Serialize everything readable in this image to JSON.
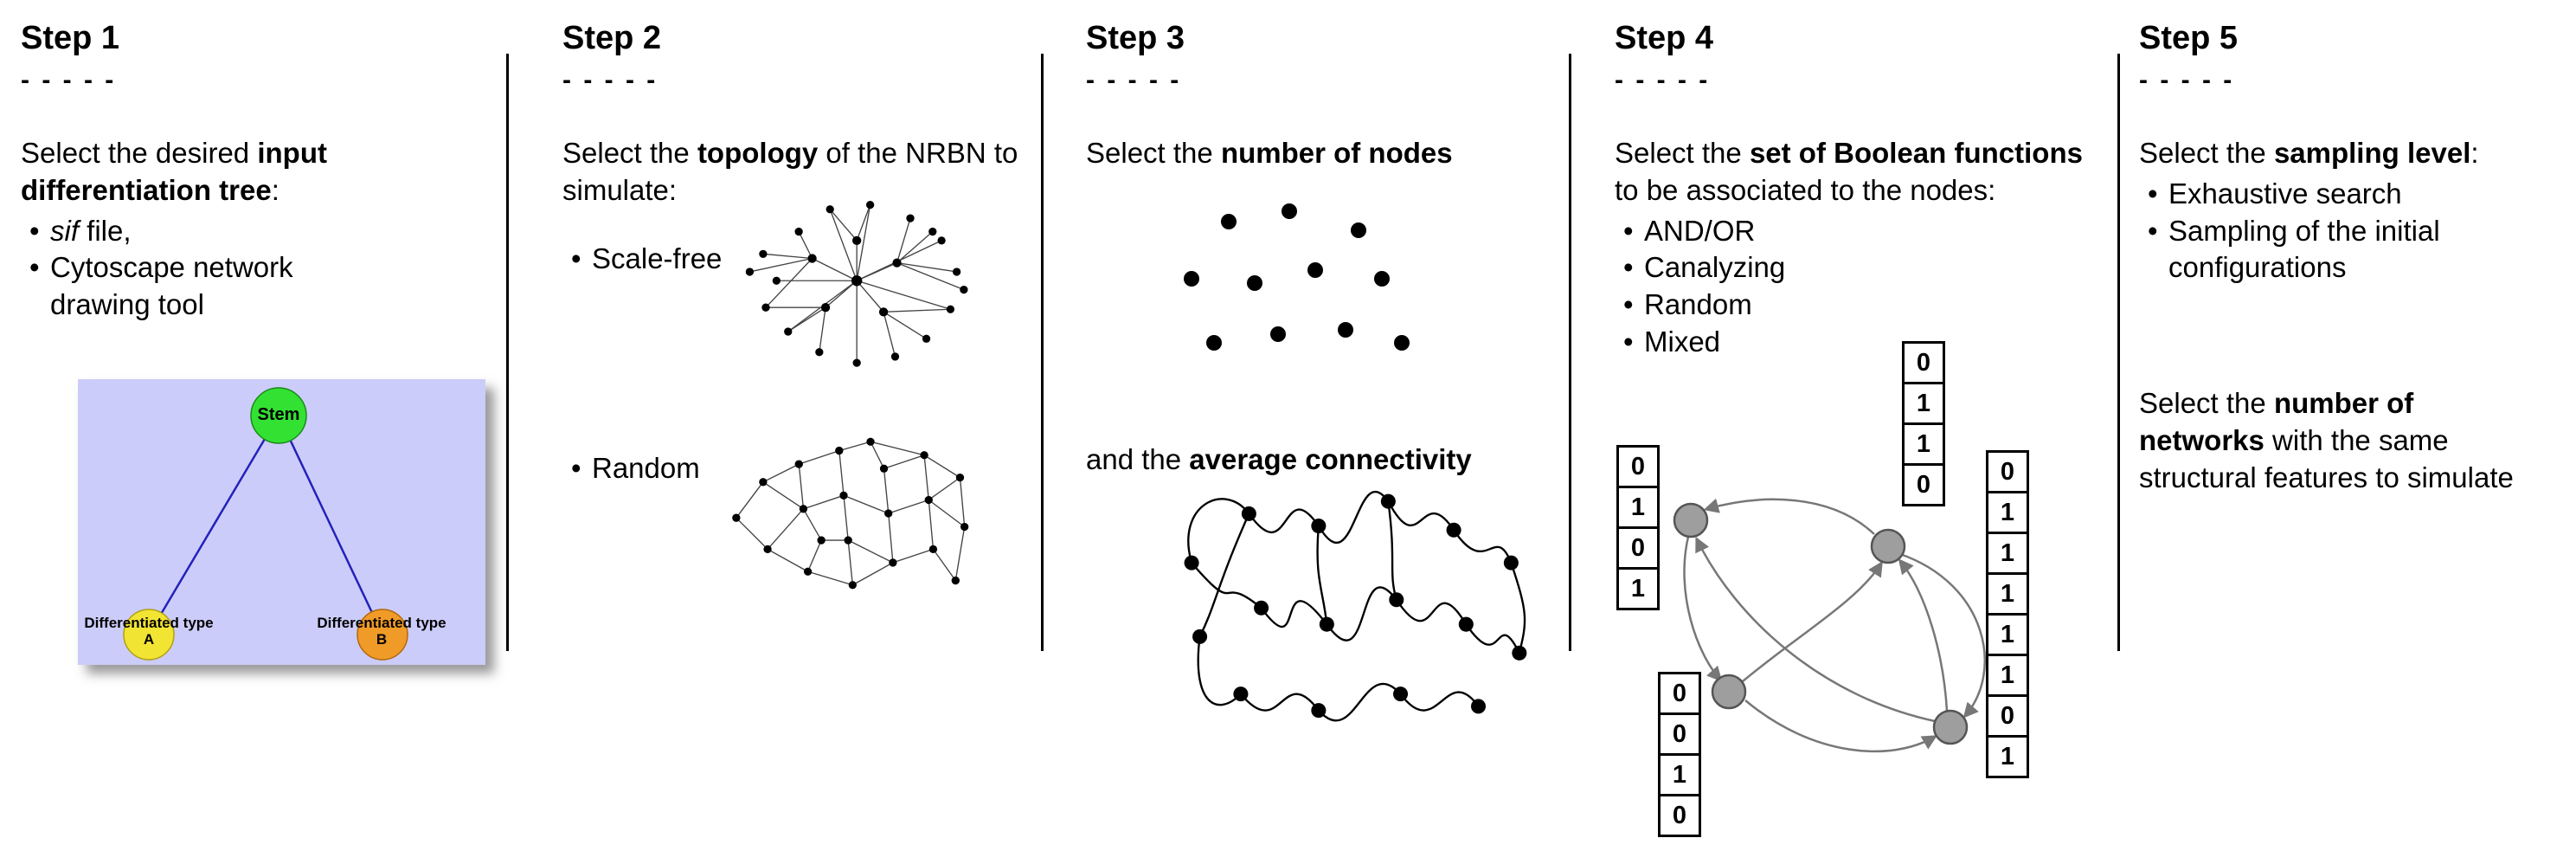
{
  "ui": {
    "bullet": "•"
  },
  "steps": {
    "step1": {
      "title": "Step 1",
      "dashes": "- - - - -",
      "intro_pre": "Select the desired ",
      "intro_bold": "input differentiation tree",
      "intro_post": ":",
      "bullet1_italic": "sif",
      "bullet1_rest": " file,",
      "bullet2": "Cytoscape network drawing tool",
      "tree": {
        "stem_label": "Stem",
        "type_a_label": "Differentiated type A",
        "type_b_label": "Differentiated type B",
        "background": "#ccccfa",
        "stem_color": "#33e133",
        "type_a_color": "#f2e433",
        "type_b_color": "#f09a28",
        "edge_color": "#2222bb"
      }
    },
    "step2": {
      "title": "Step 2",
      "dashes": "- - - - -",
      "intro_pre": "Select the ",
      "intro_bold": "topology",
      "intro_post": " of the NRBN to simulate:",
      "bullet1": "Scale-free",
      "bullet2": "Random"
    },
    "step3": {
      "title": "Step 3",
      "dashes": "- - - - -",
      "line1_pre": "Select the ",
      "line1_bold": "number of nodes",
      "line2_pre": "and the ",
      "line2_bold": "average connectivity"
    },
    "step4": {
      "title": "Step 4",
      "dashes": "- - - - -",
      "intro_pre": "Select the ",
      "intro_bold": "set of Boolean functions",
      "intro_post": " to be associated to the nodes:",
      "bullets": [
        "AND/OR",
        "Canalyzing",
        "Random",
        "Mixed"
      ],
      "tables": {
        "left": [
          "0",
          "1",
          "0",
          "1"
        ],
        "top": [
          "0",
          "1",
          "1",
          "0"
        ],
        "bottom": [
          "0",
          "0",
          "1",
          "0"
        ],
        "right": [
          "0",
          "1",
          "1",
          "1",
          "1",
          "1",
          "0",
          "1"
        ]
      }
    },
    "step5": {
      "title": "Step 5",
      "dashes": "- - - - -",
      "intro_pre": "Select the ",
      "intro_bold": "sampling level",
      "intro_post": ":",
      "bullet1": "Exhaustive search",
      "bullet2": "Sampling of the initial configurations",
      "para2_pre": "Select the ",
      "para2_bold": "number of networks",
      "para2_post": " with the same structural features to simulate"
    }
  }
}
